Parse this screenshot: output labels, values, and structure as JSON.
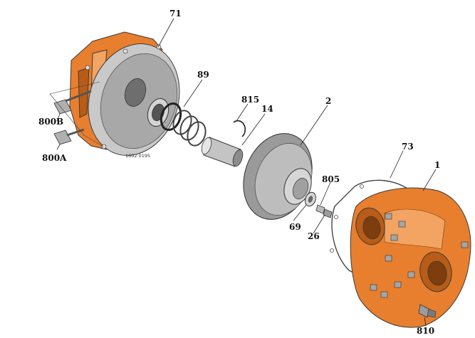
{
  "drawing_number": "1602 0195",
  "colors": {
    "housing": "#e87f2e",
    "housing_dark": "#b85c17",
    "metal": "#a6a6a6",
    "metal_dark": "#6e6e6e",
    "metal_light": "#d4d4d4"
  },
  "labels": {
    "p71": "71",
    "p89": "89",
    "p815": "815",
    "p14": "14",
    "p2": "2",
    "p800b": "800B",
    "p800a": "800A",
    "p73": "73",
    "p1": "1",
    "p805": "805",
    "p69": "69",
    "p26": "26",
    "p810": "810"
  }
}
